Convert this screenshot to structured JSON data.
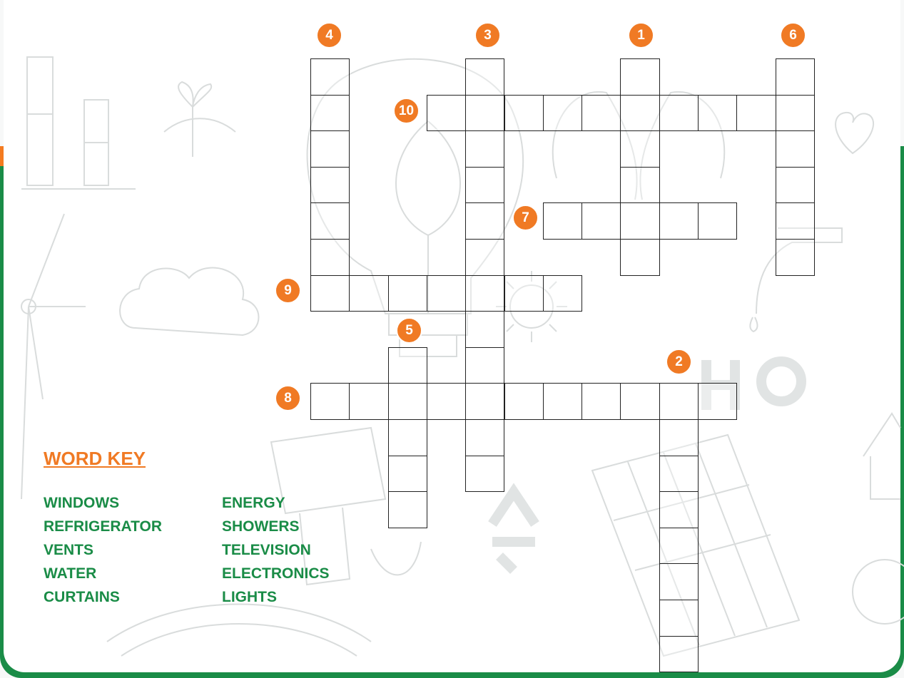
{
  "puzzle": {
    "cell_size": 1,
    "clues": [
      {
        "number": "1",
        "direction": "down"
      },
      {
        "number": "2",
        "direction": "down"
      },
      {
        "number": "3",
        "direction": "down"
      },
      {
        "number": "4",
        "direction": "down"
      },
      {
        "number": "5",
        "direction": "down"
      },
      {
        "number": "6",
        "direction": "down"
      },
      {
        "number": "7",
        "direction": "across"
      },
      {
        "number": "8",
        "direction": "across"
      },
      {
        "number": "9",
        "direction": "across"
      },
      {
        "number": "10",
        "direction": "across"
      }
    ]
  },
  "word_key": {
    "title": "WORD KEY",
    "columns": [
      [
        "WINDOWS",
        "REFRIGERATOR",
        "VENTS",
        "WATER",
        "CURTAINS"
      ],
      [
        "ENERGY",
        "SHOWERS",
        "TELEVISION",
        "ELECTRONICS",
        "LIGHTS"
      ]
    ]
  },
  "colors": {
    "accent_orange": "#f07a24",
    "brand_green": "#1a8c47",
    "grid_line": "#222222"
  },
  "icons": [
    "lightbulb-doodle",
    "factory-doodle",
    "sprout-doodle",
    "windmill-doodle",
    "cloud-doodle",
    "sun-doodle",
    "heart-doodle",
    "hands-doodle",
    "faucet-doodle",
    "h2o-doodle",
    "recycle-icon",
    "plug-doodle",
    "solar-panel-doodle",
    "house-doodle"
  ]
}
